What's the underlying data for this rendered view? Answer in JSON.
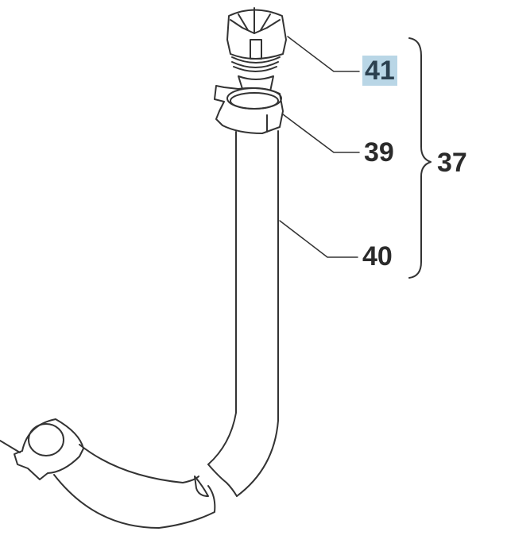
{
  "diagram": {
    "callouts": [
      {
        "id": "41",
        "label": "41",
        "part": "cap",
        "highlighted": true
      },
      {
        "id": "39",
        "label": "39",
        "part": "clamp"
      },
      {
        "id": "40",
        "label": "40",
        "part": "hose"
      }
    ],
    "group": {
      "label": "37",
      "members": [
        "41",
        "39",
        "40"
      ]
    },
    "colors": {
      "highlight": "#b9d6e6",
      "highlight_text": "#2c4150",
      "line": "#333333"
    }
  }
}
